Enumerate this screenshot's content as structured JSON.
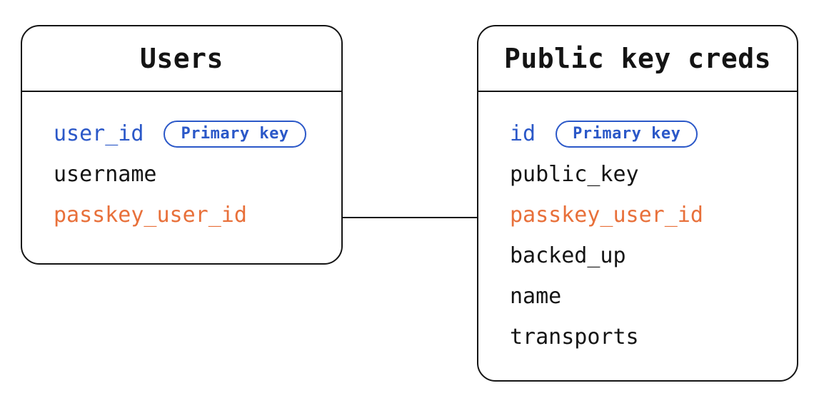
{
  "colors": {
    "primary_key_blue": "#2b58c8",
    "foreign_key_orange": "#e8703a",
    "line_black": "#141414",
    "background": "#ffffff"
  },
  "badges": {
    "primary_key": "Primary key"
  },
  "tables": [
    {
      "title": "Users",
      "fields": [
        {
          "name": "user_id",
          "role": "primary-key",
          "badge": "Primary key"
        },
        {
          "name": "username",
          "role": "normal"
        },
        {
          "name": "passkey_user_id",
          "role": "foreign-key"
        }
      ]
    },
    {
      "title": "Public key creds",
      "fields": [
        {
          "name": "id",
          "role": "primary-key",
          "badge": "Primary key"
        },
        {
          "name": "public_key",
          "role": "normal"
        },
        {
          "name": "passkey_user_id",
          "role": "foreign-key"
        },
        {
          "name": "backed_up",
          "role": "normal"
        },
        {
          "name": "name",
          "role": "normal"
        },
        {
          "name": "transports",
          "role": "normal"
        }
      ]
    }
  ],
  "relationship": {
    "from_table": "Users",
    "from_field": "passkey_user_id",
    "to_table": "Public key creds",
    "to_field": "passkey_user_id"
  }
}
